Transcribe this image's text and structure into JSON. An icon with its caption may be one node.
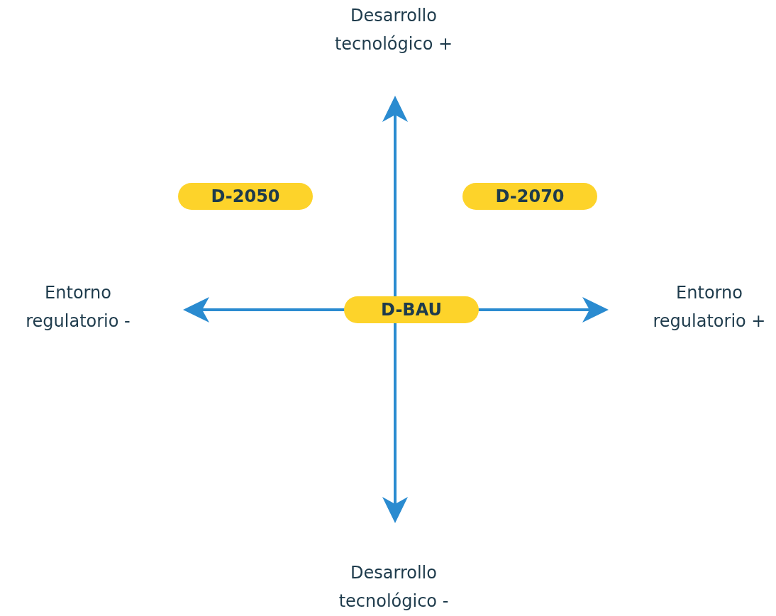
{
  "diagram": {
    "nodes": [
      {
        "text": [
          "D-2050"
        ]
      },
      {
        "text": [
          "D-2070"
        ]
      },
      {
        "text": [
          "D-BAU"
        ]
      }
    ],
    "labels": [
      "Desarrollo tecnológico +",
      "Entorno regulatorio -",
      "Entorno regulatorio +",
      "Desarrollo tecnológico -"
    ]
  }
}
